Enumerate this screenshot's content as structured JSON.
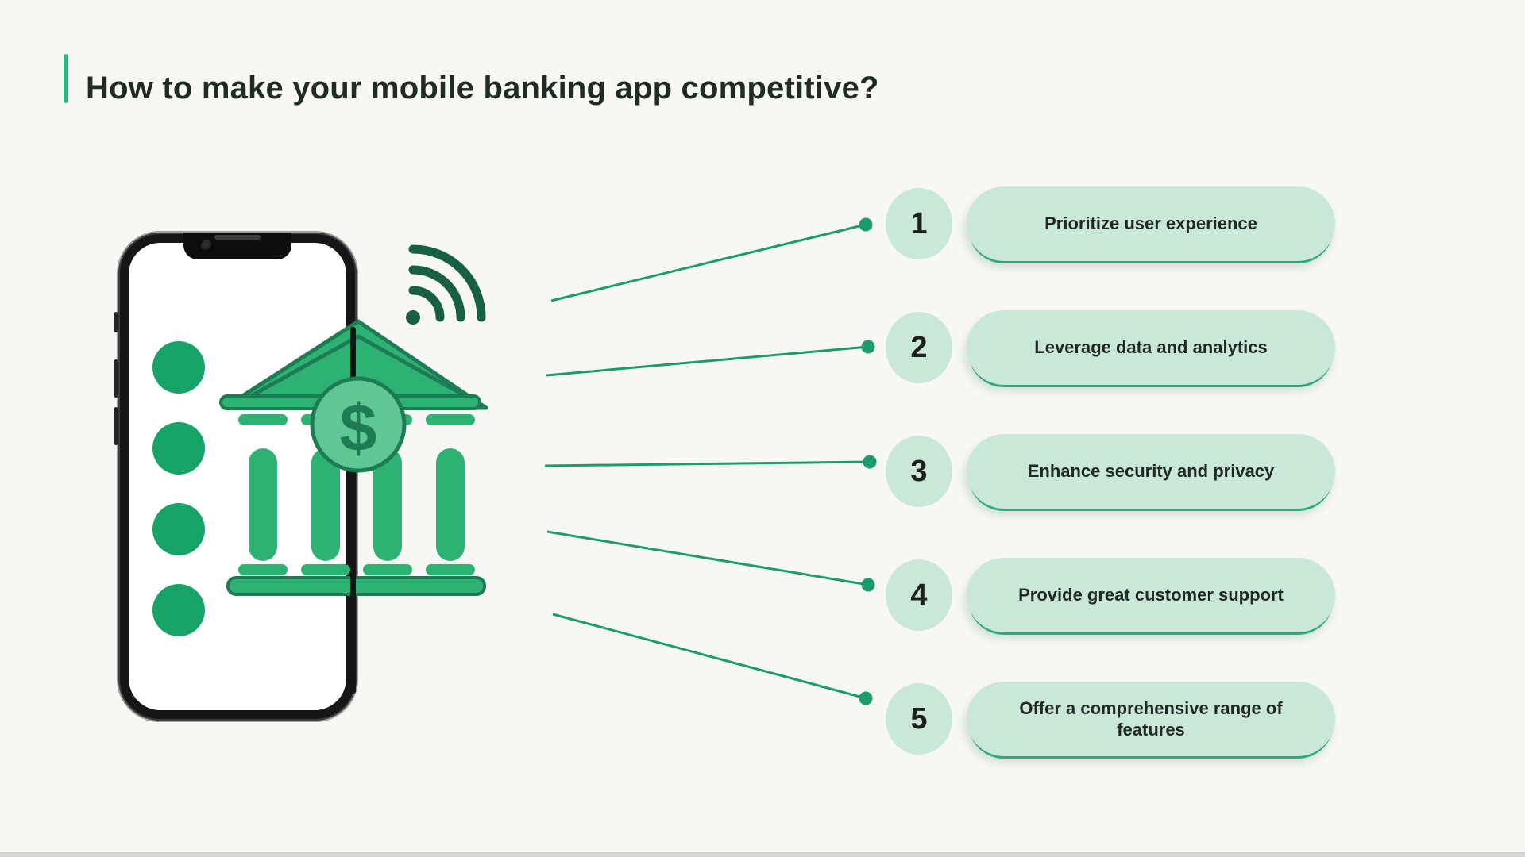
{
  "header": {
    "title": "How to make your mobile banking app competitive?"
  },
  "illustration": {
    "dollar_glyph": "$"
  },
  "steps": [
    {
      "number": "1",
      "label": "Prioritize user experience"
    },
    {
      "number": "2",
      "label": "Leverage data and analytics"
    },
    {
      "number": "3",
      "label": "Enhance security and privacy"
    },
    {
      "number": "4",
      "label": "Provide great customer support"
    },
    {
      "number": "5",
      "label": "Offer a comprehensive range of features"
    }
  ],
  "colors": {
    "background": "#f7f7f4",
    "accent": "#2bb583",
    "title-text": "#212b26",
    "bank-green": "#2eb273",
    "bank-dark": "#1e7c54",
    "coin-fill": "#5fc795",
    "dot-green": "#17a267",
    "wifi-green": "#176045",
    "line-green": "#1a9d6b",
    "chip-fill": "#c9e8d8",
    "chip-shadow": "#2fa97c",
    "step-text": "#1f2823"
  }
}
